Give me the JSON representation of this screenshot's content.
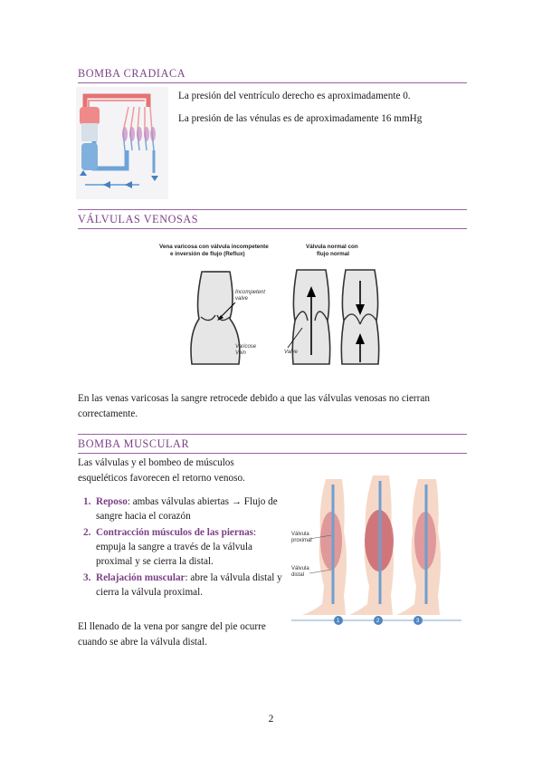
{
  "sections": {
    "bomba_cardiaca": {
      "title": "BOMBA CRADIACA",
      "lines": [
        "La presión del ventrículo derecho es aproximadamente 0.",
        "La presión de las vénulas es de aproximadamente 16 mmHg"
      ]
    },
    "valvulas_venosas": {
      "title": "VÁLVULAS VENOSAS",
      "figure": {
        "label_left_1": "Vena varicosa con válvula incompetente",
        "label_left_2": "e inversión de flujo (Reflux)",
        "label_right_1": "Válvula normal con",
        "label_right_2": "flujo normal",
        "incompetent_1": "Incompetent",
        "incompetent_2": "valve",
        "varicose_1": "Varicose",
        "varicose_2": "Vein",
        "valve": "Valve"
      },
      "caption": "En las venas varicosas la sangre retrocede debido a que las válvulas venosas no cierran correctamente."
    },
    "bomba_muscular": {
      "title": "BOMBA MUSCULAR",
      "intro": "Las válvulas y el bombeo de músculos esqueléticos favorecen el retorno venoso.",
      "steps": [
        {
          "num": "1.",
          "term": "Reposo",
          "text": ": ambas válvulas abiertas → Flujo de sangre hacia el corazón"
        },
        {
          "num": "2.",
          "term": "Contracción músculos de las piernas",
          "text": ": empuja la sangre a través de la válvula proximal y se cierra la distal."
        },
        {
          "num": "3.",
          "term": "Relajación muscular",
          "text": ": abre la válvula distal y cierra la válvula proximal."
        }
      ],
      "outro": "El llenado de la vena por sangre del pie ocurre cuando se abre la válvula distal.",
      "figure": {
        "valvula_proximal_1": "Válvula",
        "valvula_proximal_2": "proximal",
        "valvula_distal_1": "Válvula",
        "valvula_distal_2": "distal",
        "badges": [
          "1",
          "2",
          "3"
        ]
      }
    }
  },
  "page_number": "2"
}
